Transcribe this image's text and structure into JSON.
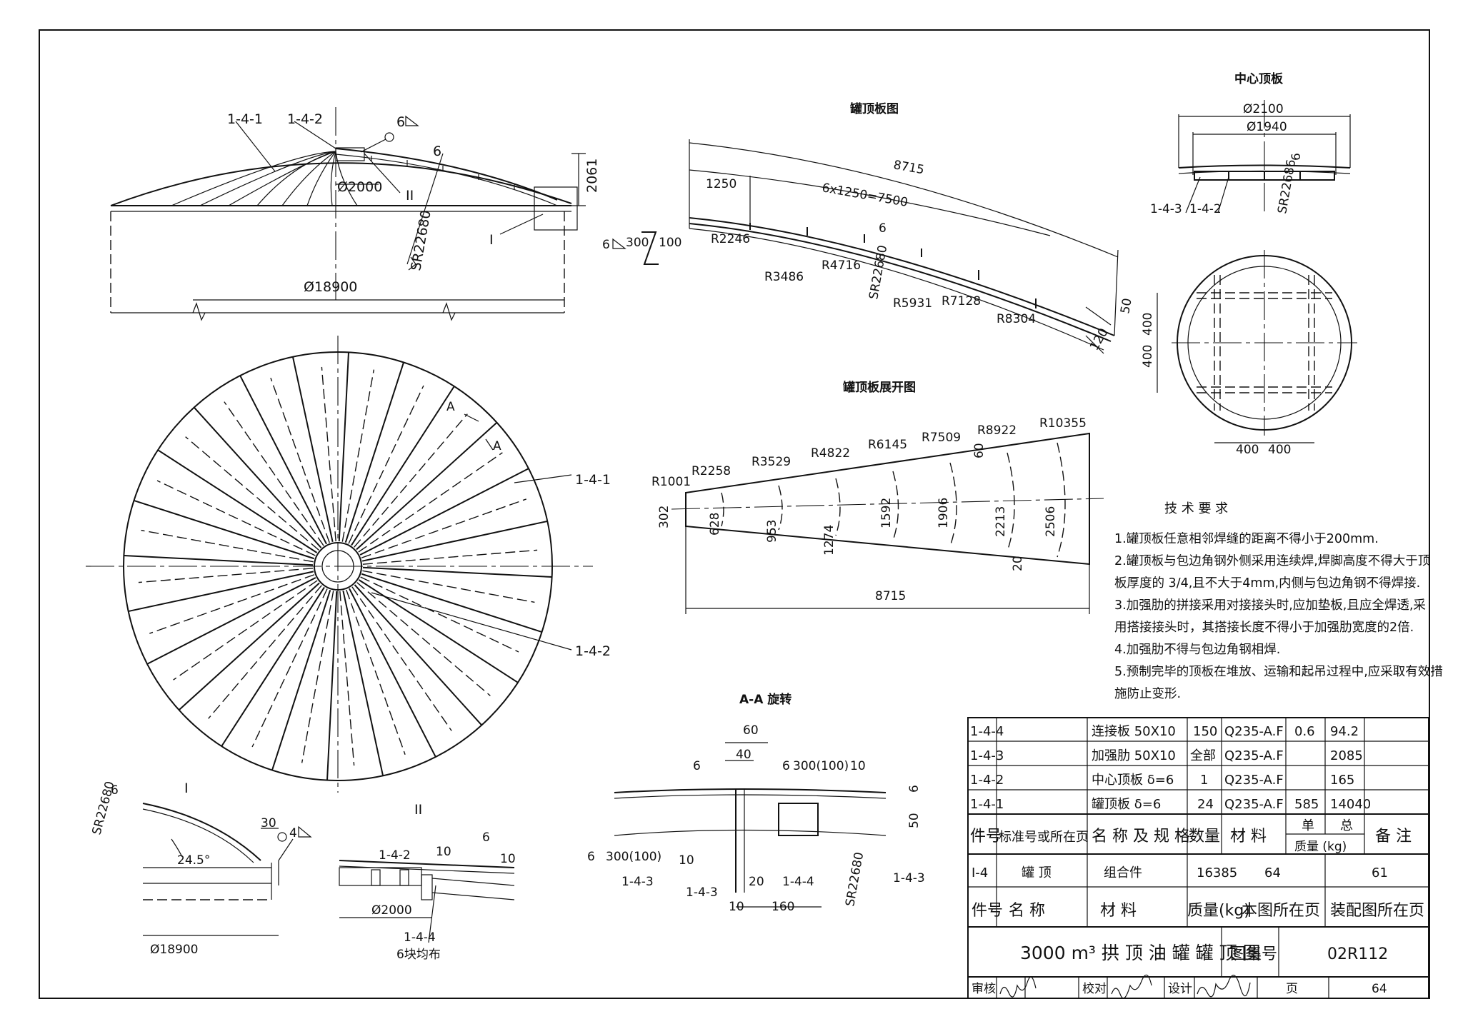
{
  "views": {
    "elevation": {
      "dims": {
        "dia_center": "Ø2000",
        "dia_tank": "Ø18900",
        "height": "2061",
        "radius": "SR22680",
        "thk": "6"
      },
      "callouts": [
        "1-4-1",
        "1-4-2",
        "II",
        "I"
      ],
      "weld": "6"
    },
    "plan": {
      "labels": [
        "1-4-1",
        "1-4-2",
        "A",
        "A"
      ]
    },
    "roof_plate": {
      "title": "罐顶板图",
      "dims": [
        "8715",
        "6x1250=7500",
        "1250",
        "R2246",
        "R3486",
        "R4716",
        "R5931",
        "R7128",
        "R8304",
        "SR22680",
        "6",
        "50",
        "120",
        "6",
        "300",
        "100"
      ]
    },
    "unfold": {
      "title": "罐顶板展开图",
      "radii": [
        "R1001",
        "R2258",
        "R3529",
        "R4822",
        "R6145",
        "R7509",
        "R8922",
        "R10355"
      ],
      "widths": [
        "302",
        "628",
        "953",
        "1274",
        "1592",
        "1906",
        "2213",
        "2506"
      ],
      "misc": [
        "8715",
        "60",
        "20"
      ]
    },
    "center_plate": {
      "title": "中心顶板",
      "dims": [
        "Ø2100",
        "Ø1940",
        "6",
        "SR22686",
        "400",
        "400",
        "400",
        "400"
      ],
      "callouts": [
        "1-4-3",
        "1-4-2"
      ]
    },
    "detail_I": {
      "label": "I",
      "dims": [
        "SR22680",
        "6",
        "24.5°",
        "30",
        "4",
        "Ø18900"
      ]
    },
    "detail_II": {
      "label": "II",
      "dims": [
        "1-4-2",
        "10",
        "6",
        "10",
        "Ø2000",
        "1-4-4",
        "6块均布"
      ]
    },
    "section_AA": {
      "title": "A-A 旋转",
      "dims": [
        "60",
        "40",
        "6",
        "6",
        "300(100)",
        "10",
        "6",
        "50",
        "6",
        "300(100)",
        "10",
        "20",
        "10",
        "160",
        "SR22680"
      ],
      "callouts": [
        "1-4-3",
        "1-4-3",
        "1-4-4",
        "1-4-3"
      ]
    }
  },
  "tech": {
    "title": "技 术 要 求",
    "lines": [
      "1.罐顶板任意相邻焊缝的距离不得小于200mm.",
      "2.罐顶板与包边角钢外侧采用连续焊,焊脚高度不得大于顶",
      "   板厚度的 3/4,且不大于4mm,内侧与包边角钢不得焊接.",
      "3.加强肋的拼接采用对接接头时,应加垫板,且应全焊透,采",
      "   用搭接接头时，其搭接长度不得小于加强肋宽度的2倍.",
      "4.加强肋不得与包边角钢相焊.",
      "5.预制完毕的顶板在堆放、运输和起吊过程中,应采取有效措",
      "   施防止变形."
    ]
  },
  "bom": {
    "rows": [
      {
        "no": "1-4-4",
        "std": "",
        "name": "连接板 50X10",
        "qty": "150",
        "mat": "Q235-A.F",
        "unit": "0.6",
        "total": "94.2",
        "note": ""
      },
      {
        "no": "1-4-3",
        "std": "",
        "name": "加强肋 50X10",
        "qty": "全部",
        "mat": "Q235-A.F",
        "unit": "",
        "total": "2085",
        "note": ""
      },
      {
        "no": "1-4-2",
        "std": "",
        "name": "中心顶板 δ=6",
        "qty": "1",
        "mat": "Q235-A.F",
        "unit": "",
        "total": "165",
        "note": ""
      },
      {
        "no": "1-4-1",
        "std": "",
        "name": "罐顶板 δ=6",
        "qty": "24",
        "mat": "Q235-A.F",
        "unit": "585",
        "total": "14040",
        "note": ""
      }
    ],
    "header": {
      "no": "件号",
      "std": "标准号或所在页",
      "name": "名 称 及 规 格",
      "qty": "数量",
      "mat": "材 料",
      "unit": "单",
      "total": "总",
      "mass": "质量 (kg)",
      "note": "备 注"
    },
    "assembly": {
      "no": "I-4",
      "name": "罐 顶",
      "mat": "组合件",
      "mass": "16385",
      "page": "64",
      "asm_page": "61"
    },
    "assembly_header": {
      "no": "件号",
      "name": "名 称",
      "mat": "材 料",
      "mass": "质量(kg)",
      "page": "本图所在页",
      "asm_page": "装配图所在页"
    }
  },
  "title_block": {
    "title": "3000 m³ 拱 顶 油 罐 罐 顶 图",
    "atlas_label": "图集号",
    "atlas_no": "02R112",
    "review": "审核",
    "check": "校对",
    "design": "设计",
    "page_label": "页",
    "page": "64"
  }
}
